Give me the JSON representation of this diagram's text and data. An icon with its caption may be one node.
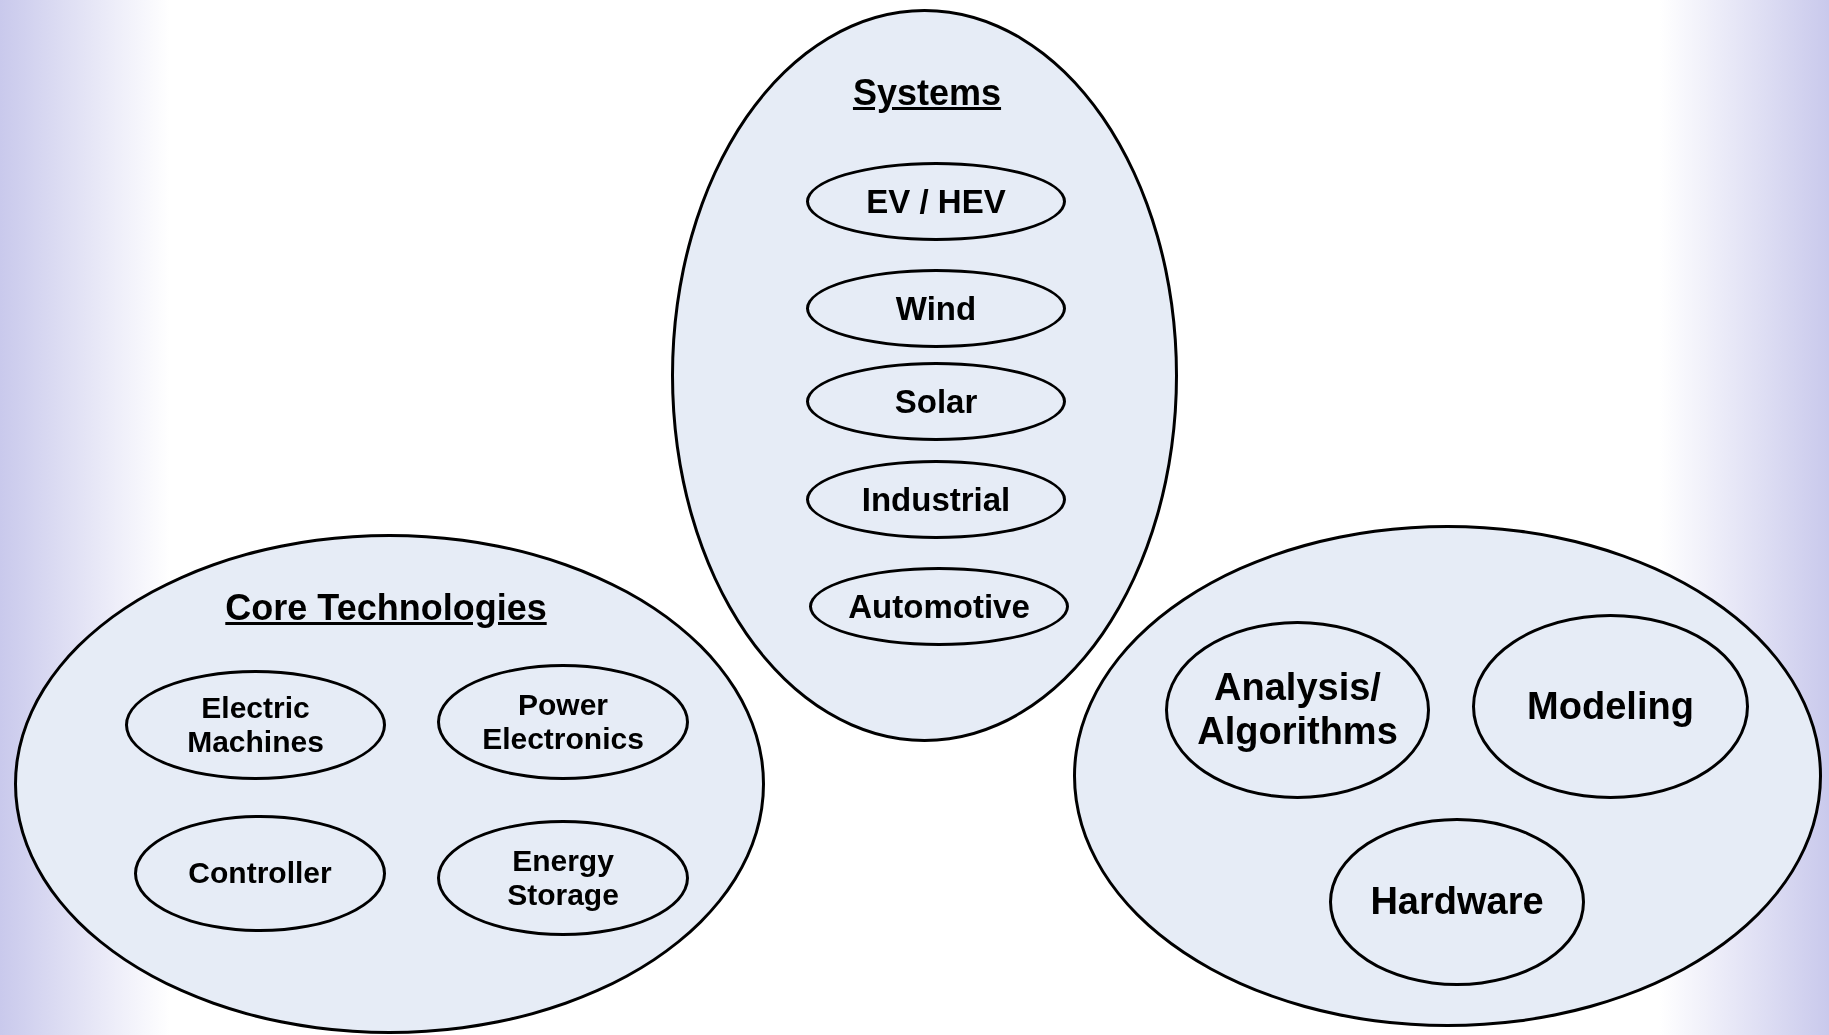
{
  "diagram": {
    "nodes": [
      {
        "text": [
          "Systems"
        ]
      },
      {
        "text": [
          "EV / HEV"
        ],
        "in": 0
      },
      {
        "text": [
          "Wind"
        ],
        "in": 0
      },
      {
        "text": [
          "Solar"
        ],
        "in": 0
      },
      {
        "text": [
          "Industrial"
        ],
        "in": 0
      },
      {
        "text": [
          "Automotive"
        ],
        "in": 0
      },
      {
        "text": [
          "Core Technologies"
        ]
      },
      {
        "text": [
          "Electric Machines"
        ],
        "in": 6
      },
      {
        "text": [
          "Power Electronics"
        ],
        "in": 6
      },
      {
        "text": [
          "Controller"
        ],
        "in": 6
      },
      {
        "text": [
          "Energy Storage"
        ],
        "in": 6
      },
      {
        "text": [],
        "shape": "ellipse"
      },
      {
        "text": [
          "Analysis/ Algorithms"
        ],
        "in": 11
      },
      {
        "text": [
          "Modeling"
        ],
        "in": 11
      },
      {
        "text": [
          "Hardware"
        ],
        "in": 11
      }
    ]
  }
}
